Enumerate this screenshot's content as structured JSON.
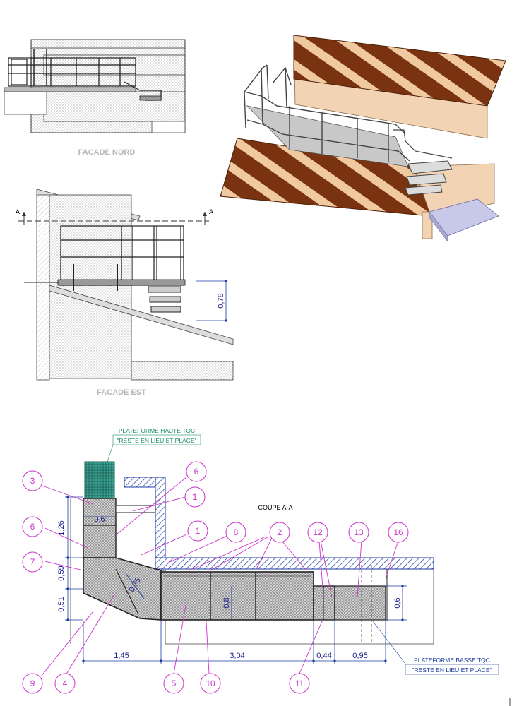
{
  "views": {
    "north_label": "FACADE NORD",
    "east_label": "FACADE EST",
    "section_label": "COUPE A-A"
  },
  "section_markers": {
    "left": "A",
    "right": "A"
  },
  "elevation_dim": "0,78",
  "annotations": {
    "top_platform_line1": "PLATEFORME HAUTE TQC",
    "top_platform_line2": "\"RESTE EN LIEU ET PLACE\"",
    "bottom_platform_line1": "PLATEFORME BASSE TQC",
    "bottom_platform_line2": "\"RESTE EN LIEU ET PLACE\""
  },
  "dimensions": {
    "d_0_6_top": "0,6",
    "d_1_26": "1,26",
    "d_0_59": "0,59",
    "d_0_51": "0,51",
    "d_0_75": "0,75",
    "d_0_8": "0,8",
    "d_0_6_right": "0,6",
    "d_1_45": "1,45",
    "d_3_04": "3,04",
    "d_0_44": "0,44",
    "d_0_95": "0,95"
  },
  "callouts": {
    "c3": "3",
    "c6a": "6",
    "c6b": "6",
    "c1a": "1",
    "c1b": "1",
    "c7": "7",
    "c8": "8",
    "c2": "2",
    "c12": "12",
    "c13": "13",
    "c16": "16",
    "c9": "9",
    "c4": "4",
    "c5": "5",
    "c10": "10",
    "c11": "11"
  },
  "colors": {
    "magenta": "#cc33cc",
    "dim_blue": "#1a3aa0",
    "green": "#1a8a6a",
    "wood": "#7a3310",
    "beige": "#f2d4b4",
    "slab": "#c8c8e8"
  }
}
